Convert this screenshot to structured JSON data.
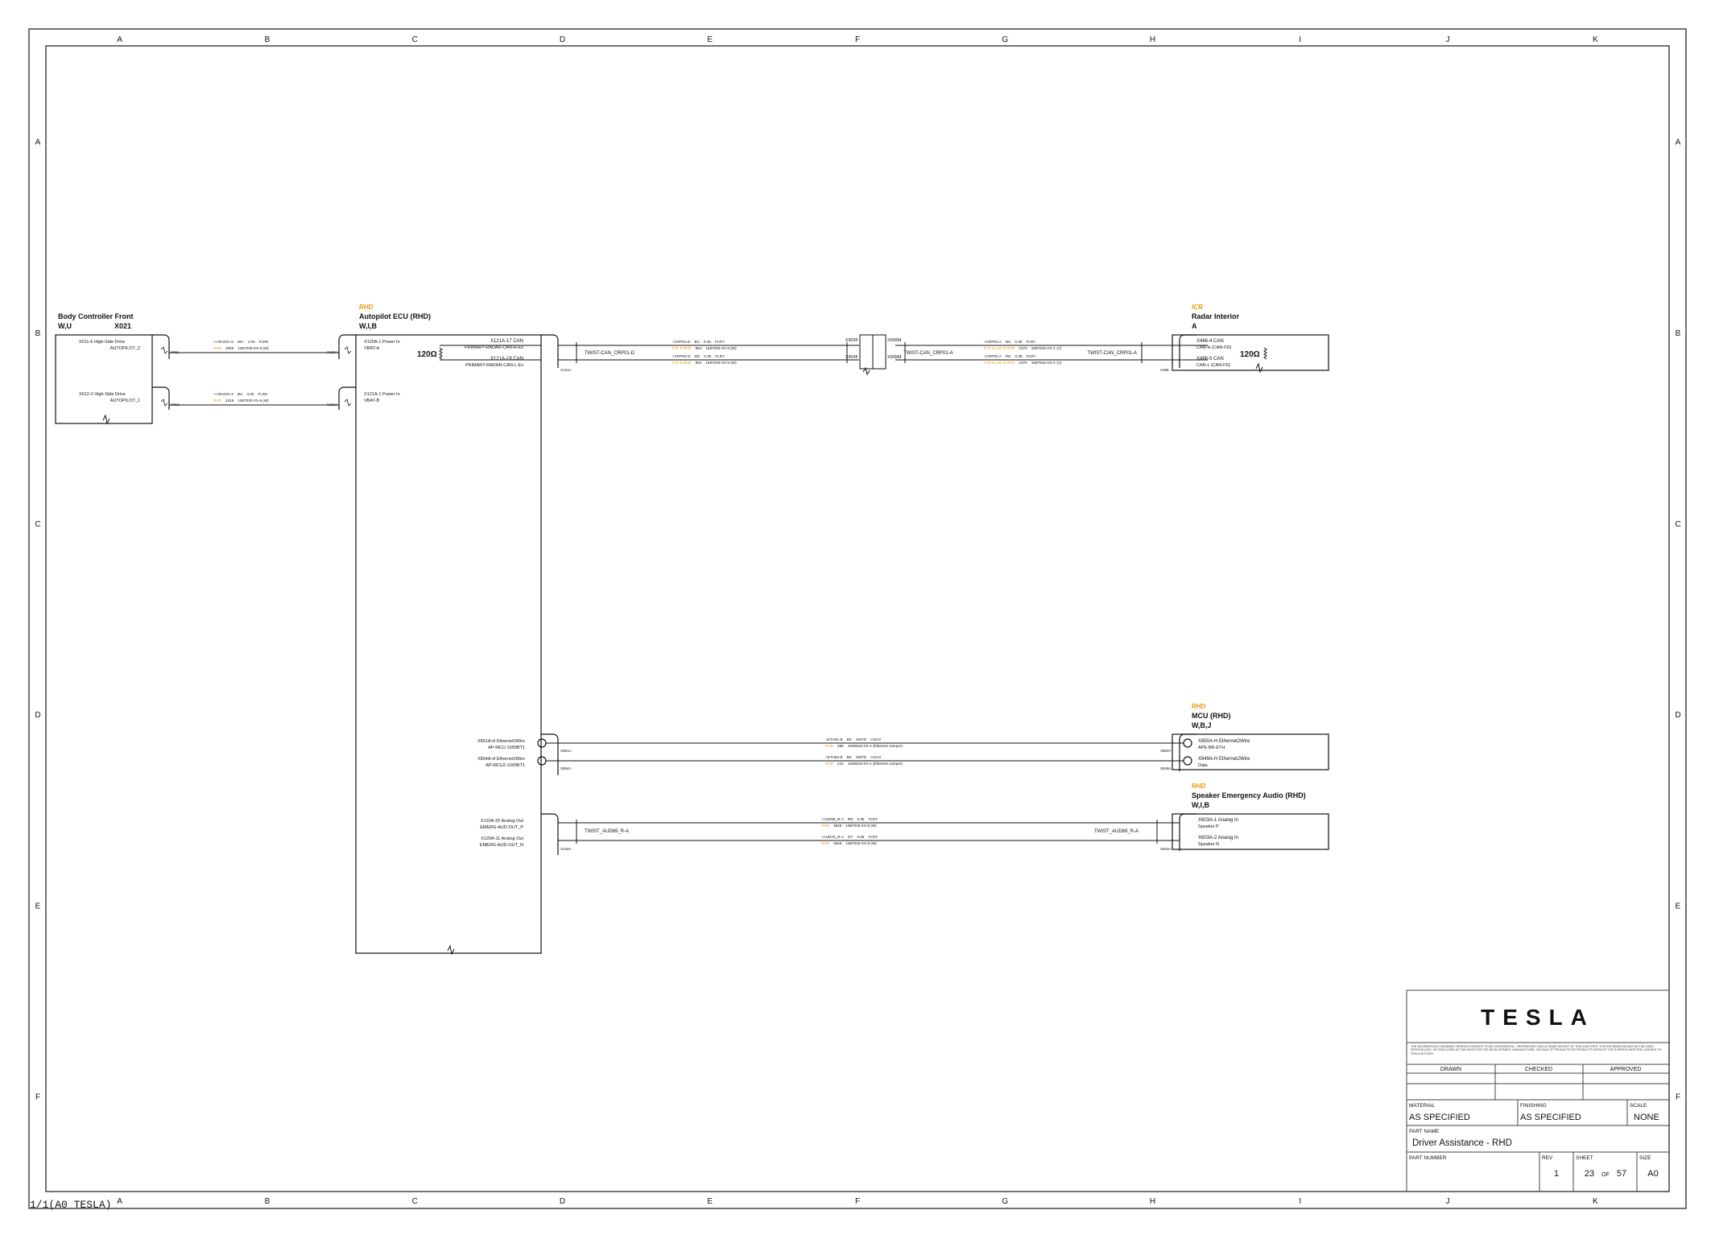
{
  "sheet_label": "1/1(A0 TESLA)",
  "grid": {
    "columns": [
      "A",
      "B",
      "C",
      "D",
      "E",
      "F",
      "G",
      "H",
      "I",
      "J",
      "K"
    ],
    "rows": [
      "A",
      "B",
      "C",
      "D",
      "E",
      "F"
    ]
  },
  "blocks": {
    "bcf": {
      "title": "Body Controller Front",
      "variant": "W,U",
      "ref": "X021",
      "pins": [
        {
          "name": "X011-6 High-Side Drive",
          "signal": "AUTOPILOT_2"
        },
        {
          "name": "X012-2 High-Side Drive",
          "signal": "AUTOPILOT_1"
        }
      ]
    },
    "ape": {
      "tag": "RHD",
      "title": "Autopilot ECU (RHD)",
      "variant": "W,I,B",
      "power_pins": [
        {
          "name": "X120A-1 Power In",
          "signal": "VBAT-A"
        },
        {
          "name": "X121A-1 Power In",
          "signal": "VBAT-B"
        }
      ],
      "can_pins": [
        {
          "name": "X121A-17 CAN",
          "signal": "PRIMARY-RADAR-CAN-H-Ex"
        },
        {
          "name": "X121A-18 CAN",
          "signal": "PRIMARY-RADAR-CAN-L-Ex"
        }
      ],
      "termination": "120Ω",
      "eth_pins": [
        {
          "name": "X851A-H Ethernet2Wire",
          "signal": "AP-MCU-1000BT1"
        },
        {
          "name": "X854A-H Ethernet2Wire",
          "signal": "AP-MCU2-1000BT1"
        }
      ],
      "audio_pins": [
        {
          "name": "X120A-20 Analog Out",
          "signal": "EMERG-AUD-OUT_P"
        },
        {
          "name": "X120A-11 Analog Out",
          "signal": "EMERG-AUD-OUT_N"
        }
      ]
    },
    "radar": {
      "tag": "ICR",
      "title": "Radar Interior",
      "variant": "A",
      "pins": [
        {
          "name": "X486-4 CAN",
          "signal": "CAN-H (CAN-FD)"
        },
        {
          "name": "X486-5 CAN",
          "signal": "CAN-L (CAN-FD)"
        }
      ],
      "termination": "120Ω"
    },
    "mcu": {
      "tag": "RHD",
      "title": "MCU (RHD)",
      "variant": "W,B,J",
      "pins": [
        {
          "name": "X850A-H Ethernet2Wire",
          "signal": "APE-BR-ETH"
        },
        {
          "name": "X849A-H Ethernet2Wire",
          "signal": "Data"
        }
      ]
    },
    "spk": {
      "tag": "RHD",
      "title": "Speaker Emergency Audio (RHD)",
      "variant": "W,I,B",
      "pins": [
        {
          "name": "X603A-1 Analog In",
          "signal": "Speaker P"
        },
        {
          "name": "X603A-2 Analog In",
          "signal": "Speaker N"
        }
      ]
    }
  },
  "inline_connector": {
    "left": [
      "X909F",
      "X909F"
    ],
    "right": [
      "X909M",
      "X909M"
    ]
  },
  "connector_tags": {
    "bcf": [
      "X011",
      "X012"
    ],
    "ape": [
      "X120A",
      "X121A",
      "X121A",
      "X851A",
      "X854A",
      "X120A"
    ],
    "right": [
      "X486",
      "X850A",
      "X849A",
      "X603A"
    ]
  },
  "twists": {
    "can_left": "TWIST-CAN_CRP01-D",
    "can_mid": "TWIST-CAN_CRP01-A",
    "can_right": "TWIST-CAN_CRP01-A",
    "aud_left": "TWIST_AUD69_R-A",
    "aud_right": "TWIST_AUD69_R-A"
  },
  "wires": [
    {
      "line1": "++/DA021-6    WH    4.00    FLR9",
      "line2": "RHD    2609    1587030-XX-9 (W)"
    },
    {
      "line1": "++/DA022-3    BU    4.00    FLR9",
      "line2": "RHD    1016    1587030-XX-9 (W)"
    },
    {
      "line1": "+CRP01-D    BU    0.35    FLRY",
      "line2": "ICR & RHD    854    1587030-XX-9 (W)"
    },
    {
      "line1": "+CRP02-D    RD    0.35    FLRY",
      "line2": "ICR & RHD    854    1587030-XX-9 (W)"
    },
    {
      "line1": "+CRP01-A    BU    0.35    FLRY",
      "line2": "ICR & LHD & RHD    2376    1587019-XX-C (A)"
    },
    {
      "line1": "+CRP02-A    RD    0.35    FLRY",
      "line2": "ICR & LHD & RHD    2376    1587019-XX-C (A)"
    },
    {
      "line1": "+ETH01-B    BK    HMTD    COAX",
      "line2": "RHD    296    1606518-XX-A (Ethernet Jumper)"
    },
    {
      "line1": "+ETH02-B    BK    HMTD    COAX",
      "line2": "RHD    241    1606518-XX-A (Ethernet Jumper)"
    },
    {
      "line1": "+AUD69_R-A    RD    0.35    FLRY",
      "line2": "RHD    3848    1587030-XX-9 (W)"
    },
    {
      "line1": "+AUD70_R-A    GY    0.35    FLRY",
      "line2": "RHD    3848    1587030-XX-9 (W)"
    }
  ],
  "title_block": {
    "logo": "TESLA",
    "notice": "THE INFORMATION CONTAINED HEREIN IS DEEMED TO BE CONFIDENTIAL, PROPRIETARY, AND A TRADE SECRET OF TESLA MOTORS. THIS INFORMATION MAY NOT BE USED, REPRODUCED, OR DISCLOSED AS THE BASIS FOR THE DEVELOPMENT, MANUFACTURE, OR SALE OF PRODUCTS OR PRODUCTS WITHOUT THE EXPRESS WRITTEN CONSENT OF TESLA MOTORS.",
    "drawn": "DRAWN",
    "checked": "CHECKED",
    "approved": "APPROVED",
    "material_label": "MATERIAL",
    "material": "AS SPECIFIED",
    "finishing_label": "FINISHING",
    "finishing": "AS SPECIFIED",
    "scale_label": "SCALE",
    "scale": "NONE",
    "part_name_label": "PART NAME",
    "part_name": "Driver Assistance - RHD",
    "part_number_label": "PART NUMBER",
    "rev_label": "REV",
    "rev": "1",
    "sheet_label": "SHEET",
    "sheet": "23",
    "of": "OF",
    "sheet_total": "57",
    "size_label": "SIZE",
    "size": "A0"
  },
  "colors": {
    "line": "#111111",
    "frame": "#444444",
    "orange": "#e8960f",
    "grid_text": "#555555"
  }
}
